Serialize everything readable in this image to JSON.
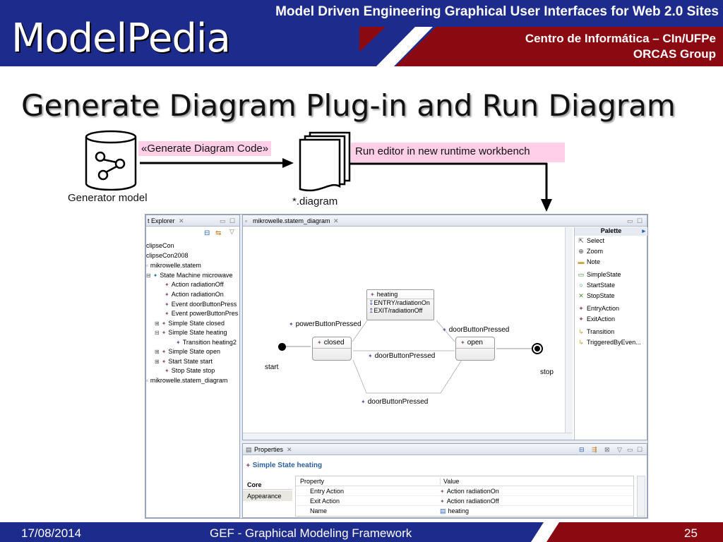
{
  "header": {
    "title": "Model Driven Engineering Graphical User Interfaces for Web 2.0 Sites",
    "logo": "ModelPedia",
    "subtitle_line1": "Centro de Informática – CIn/UFPe",
    "subtitle_line2": "ORCAS Group"
  },
  "slide": {
    "title": "Generate Diagram Plug-in and Run Diagram"
  },
  "flow": {
    "generator_label": "Generator model",
    "generate_label": "«Generate Diagram Code»",
    "diagram_label": "*.diagram",
    "run_label": "Run editor in new runtime workbench"
  },
  "eclipse": {
    "explorer_tab": "t Explorer",
    "editor_tab": "mikrowelle.statem_diagram",
    "tree": [
      "clipseCon",
      "clipseCon2008",
      "mikrowelle.statem",
      "State Machine microwave",
      "Action radiationOff",
      "Action radiationOn",
      "Event doorButtonPress",
      "Event powerButtonPres",
      "Simple State closed",
      "Simple State heating",
      "Transition heating2",
      "Simple State open",
      "Start State start",
      "Stop State stop",
      "mikrowelle.statem_diagram"
    ],
    "diagram": {
      "heating": "heating",
      "entry": "ENTRY/radiationOn",
      "exit": "EXIT/radiationOff",
      "closed": "closed",
      "open": "open",
      "start": "start",
      "stop": "stop",
      "power_button": "powerButtonPressed",
      "door_button_1": "doorButtonPressed",
      "door_button_2": "doorButtonPressed",
      "door_button_3": "doorButtonPressed"
    },
    "palette": {
      "title": "Palette",
      "items": [
        "Select",
        "Zoom",
        "Note",
        "SimpleState",
        "StartState",
        "StopState",
        "EntryAction",
        "ExitAction",
        "Transition",
        "TriggeredByEven..."
      ]
    },
    "properties": {
      "tab": "Properties",
      "heading": "Simple State heating",
      "side_tabs": [
        "Core",
        "Appearance"
      ],
      "col_property": "Property",
      "col_value": "Value",
      "rows": [
        {
          "property": "Entry Action",
          "value": "Action radiationOn"
        },
        {
          "property": "Exit Action",
          "value": "Action radiationOff"
        },
        {
          "property": "Name",
          "value": "heating"
        }
      ]
    }
  },
  "footer": {
    "date": "17/08/2014",
    "title": "GEF - Graphical Modeling Framework",
    "page": "25"
  },
  "colors": {
    "header_blue": "#1d2c8c",
    "header_red": "#8b0a12",
    "label_pink": "#ffcfe8"
  }
}
